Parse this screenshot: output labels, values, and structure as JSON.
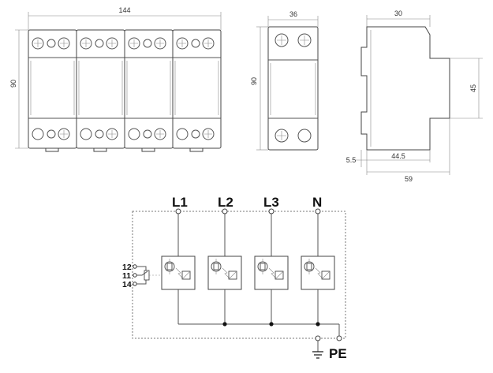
{
  "dimensions": {
    "front_width": "144",
    "front_height": "90",
    "single_width": "36",
    "single_height": "90",
    "side_top": "30",
    "side_window": "45",
    "side_offset": "5.5",
    "side_depth": "44.5",
    "side_total": "59"
  },
  "terminals": [
    "L1",
    "L2",
    "L3",
    "N"
  ],
  "remote_contacts": [
    "12",
    "11",
    "14"
  ],
  "ground_label": "PE"
}
